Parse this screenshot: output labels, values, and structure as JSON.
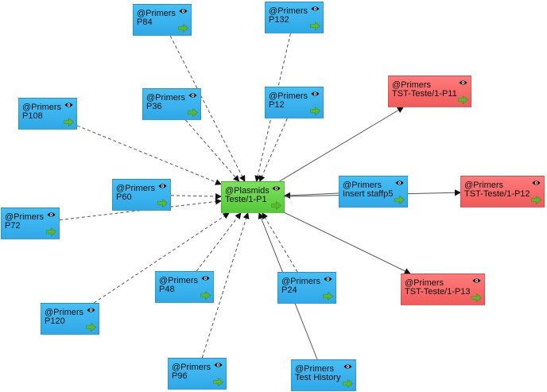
{
  "diagram": {
    "center": {
      "type": "@Plasmids",
      "label": "Teste/1-P1",
      "color": "green"
    },
    "nodes": [
      {
        "id": "n-p84",
        "type": "@Primers",
        "label": "P84",
        "color": "blue"
      },
      {
        "id": "n-p132",
        "type": "@Primers",
        "label": "P132",
        "color": "blue"
      },
      {
        "id": "n-p36",
        "type": "@Primers",
        "label": "P36",
        "color": "blue"
      },
      {
        "id": "n-p12",
        "type": "@Primers",
        "label": "P12",
        "color": "blue"
      },
      {
        "id": "n-p108",
        "type": "@Primers",
        "label": "P108",
        "color": "blue"
      },
      {
        "id": "n-p11",
        "type": "@Primers",
        "label": "TST-Teste/1-P11",
        "color": "red"
      },
      {
        "id": "n-p60",
        "type": "@Primers",
        "label": "P60",
        "color": "blue"
      },
      {
        "id": "n-staff",
        "type": "@Primers",
        "label": "Insert staffp5",
        "color": "blue"
      },
      {
        "id": "n-p12r",
        "type": "@Primers",
        "label": "TST-Teste/1-P12",
        "color": "red"
      },
      {
        "id": "n-p72",
        "type": "@Primers",
        "label": "P72",
        "color": "blue"
      },
      {
        "id": "n-p48",
        "type": "@Primers",
        "label": "P48",
        "color": "blue"
      },
      {
        "id": "n-p24",
        "type": "@Primers",
        "label": "P24",
        "color": "blue"
      },
      {
        "id": "n-p13",
        "type": "@Primers",
        "label": "TST-Teste/1-P13",
        "color": "red"
      },
      {
        "id": "n-p120",
        "type": "@Primers",
        "label": "P120",
        "color": "blue"
      },
      {
        "id": "n-p96",
        "type": "@Primers",
        "label": "P96",
        "color": "blue"
      },
      {
        "id": "n-history",
        "type": "@Primers",
        "label": "Test History",
        "color": "blue"
      }
    ],
    "edges": [
      {
        "from": "n-p84",
        "to": "center",
        "style": "dashed"
      },
      {
        "from": "n-p132",
        "to": "center",
        "style": "dashed"
      },
      {
        "from": "n-p36",
        "to": "center",
        "style": "dashed"
      },
      {
        "from": "n-p12",
        "to": "center",
        "style": "dashed"
      },
      {
        "from": "n-p108",
        "to": "center",
        "style": "dashed"
      },
      {
        "from": "center",
        "to": "n-p11",
        "style": "solid"
      },
      {
        "from": "n-p60",
        "to": "center",
        "style": "dashed"
      },
      {
        "from": "n-staff",
        "to": "center",
        "style": "solid"
      },
      {
        "from": "center",
        "to": "n-p12r",
        "style": "solid"
      },
      {
        "from": "n-p72",
        "to": "center",
        "style": "dashed"
      },
      {
        "from": "n-p48",
        "to": "center",
        "style": "dashed"
      },
      {
        "from": "n-p24",
        "to": "center",
        "style": "dashed"
      },
      {
        "from": "center",
        "to": "n-p13",
        "style": "solid"
      },
      {
        "from": "n-p120",
        "to": "center",
        "style": "dashed"
      },
      {
        "from": "n-p96",
        "to": "center",
        "style": "dashed"
      },
      {
        "from": "n-history",
        "to": "center",
        "style": "solid"
      }
    ]
  },
  "icons": {
    "view": "eye-icon",
    "open": "green-arrow-icon"
  },
  "colors": {
    "blue": "#2fa8e8",
    "red": "#f05a5a",
    "green": "#56c93a",
    "edge": "#555555",
    "arrow_icon": "#5cb82f"
  }
}
